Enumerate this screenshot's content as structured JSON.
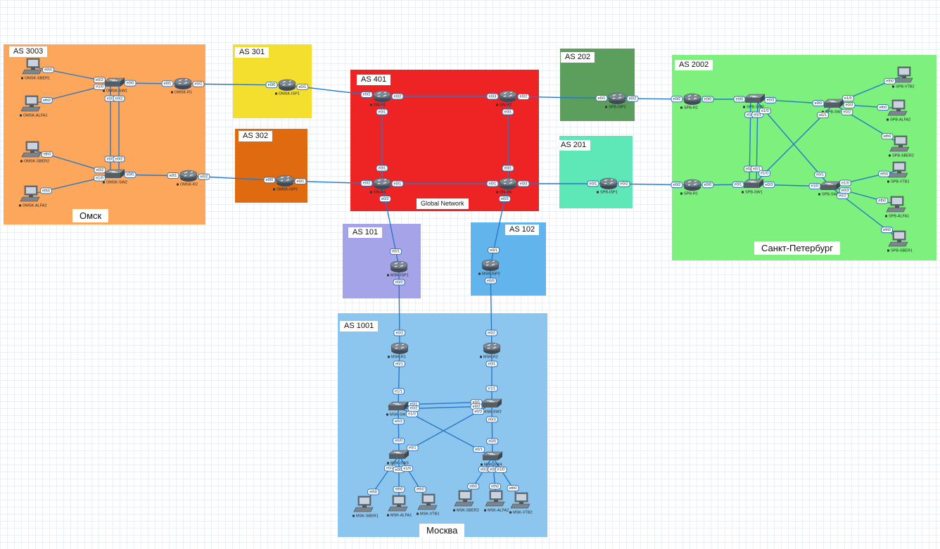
{
  "zones": [
    {
      "id": "omsk",
      "label": "AS 3003",
      "city": "Омск",
      "color": "#fda75c"
    },
    {
      "id": "as301",
      "label": "AS 301",
      "color": "#f5df2e"
    },
    {
      "id": "as302",
      "label": "AS 302",
      "color": "#e06a10"
    },
    {
      "id": "as401",
      "label": "AS 401",
      "city": "Global Network",
      "color": "#ee2323"
    },
    {
      "id": "as202",
      "label": "AS 202",
      "color": "#5c9e5c"
    },
    {
      "id": "as201",
      "label": "AS 201",
      "color": "#5ee8b8"
    },
    {
      "id": "spb",
      "label": "AS 2002",
      "city": "Санкт-Петербург",
      "color": "#7ef07e"
    },
    {
      "id": "as101",
      "label": "AS 101",
      "color": "#a5a4e8"
    },
    {
      "id": "as102",
      "label": "AS 102",
      "color": "#62b4ec"
    },
    {
      "id": "msk",
      "label": "AS 1001",
      "city": "Москва",
      "color": "#8cc6ee"
    }
  ],
  "devices": [
    {
      "id": "OMSK-SBER1",
      "type": "pc",
      "label": "OMSK-SBER1"
    },
    {
      "id": "OMSK-ALFA1",
      "type": "pc",
      "label": "OMSK-ALFA1"
    },
    {
      "id": "OMSK-SBER2",
      "type": "pc",
      "label": "OMSK-SBER2"
    },
    {
      "id": "OMSK-ALFA2",
      "type": "pc",
      "label": "OMSK-ALFA2"
    },
    {
      "id": "OMSK-SW1",
      "type": "switch",
      "label": "OMSK-SW1"
    },
    {
      "id": "OMSK-SW2",
      "type": "switch",
      "label": "OMSK-SW2"
    },
    {
      "id": "OMSK-R1",
      "type": "router",
      "label": "OMSK-R1"
    },
    {
      "id": "OMSK-R2",
      "type": "router",
      "label": "OMSK-R2"
    },
    {
      "id": "OMSK-ISP1",
      "type": "router",
      "label": "OMSK-ISP1"
    },
    {
      "id": "OMSK-ISP2",
      "type": "router",
      "label": "OMSK-ISP2"
    },
    {
      "id": "GN-R1",
      "type": "router",
      "label": "GN-R1"
    },
    {
      "id": "GN-R2",
      "type": "router",
      "label": "GN-R2"
    },
    {
      "id": "GN-R3",
      "type": "router",
      "label": "GN-R3"
    },
    {
      "id": "GN-R4",
      "type": "router",
      "label": "GN-R4"
    },
    {
      "id": "SPB-ISP2",
      "type": "router",
      "label": "SPB-ISP2"
    },
    {
      "id": "SPB-ISP1",
      "type": "router",
      "label": "SPB-ISP1"
    },
    {
      "id": "SPB-R2",
      "type": "router",
      "label": "SPB-R2"
    },
    {
      "id": "SPB-R1",
      "type": "router",
      "label": "SPB-R1"
    },
    {
      "id": "SPB-SW2",
      "type": "switch",
      "label": "SPB-SW2"
    },
    {
      "id": "SPB-SW1",
      "type": "switch",
      "label": "SPB-SW1"
    },
    {
      "id": "SPB-SW4",
      "type": "switch",
      "label": "SPB-SW4"
    },
    {
      "id": "SPB-SW3",
      "type": "switch",
      "label": "SPB-SW3"
    },
    {
      "id": "SPB-VTB2",
      "type": "pc",
      "label": "SPB-VTB2"
    },
    {
      "id": "SPB-ALFA2",
      "type": "pc",
      "label": "SPB-ALFA2"
    },
    {
      "id": "SPB-SBER2",
      "type": "pc",
      "label": "SPB-SBER2"
    },
    {
      "id": "SPB-VTB1",
      "type": "pc",
      "label": "SPB-VTB1"
    },
    {
      "id": "SPB-ALFA1",
      "type": "pc",
      "label": "SPB-ALFA1"
    },
    {
      "id": "SPB-SBER1",
      "type": "pc",
      "label": "SPB-SBER1"
    },
    {
      "id": "MSK-ISP1",
      "type": "router",
      "label": "MSK-ISP1"
    },
    {
      "id": "MSK-ISP2",
      "type": "router",
      "label": "MSK-ISP2"
    },
    {
      "id": "MSK-R1",
      "type": "router",
      "label": "MSK-R1"
    },
    {
      "id": "MSK-R2",
      "type": "router",
      "label": "MSK-R2"
    },
    {
      "id": "MSK-SW1",
      "type": "switch",
      "label": "MSK-SW1"
    },
    {
      "id": "MSK-SW2",
      "type": "switch",
      "label": "MSK-SW2"
    },
    {
      "id": "MSK-SW3",
      "type": "switch",
      "label": "MSK-SW3"
    },
    {
      "id": "MSK-SW4",
      "type": "switch",
      "label": "MSK-SW4"
    },
    {
      "id": "MSK-SBER1",
      "type": "pc",
      "label": "MSK-SBER1"
    },
    {
      "id": "MSK-ALFA1",
      "type": "pc",
      "label": "MSK-ALFA1"
    },
    {
      "id": "MSK-VTB1",
      "type": "pc",
      "label": "MSK-VTB1"
    },
    {
      "id": "MSK-SBER2",
      "type": "pc",
      "label": "MSK-SBER2"
    },
    {
      "id": "MSK-ALFA2",
      "type": "pc",
      "label": "MSK-ALFA2"
    },
    {
      "id": "MSK-VTB2",
      "type": "pc",
      "label": "MSK-VTB2"
    }
  ],
  "links": [
    {
      "a": "OMSK-SBER1",
      "b": "OMSK-SW1",
      "pa": "eth0",
      "pb": "e0/2"
    },
    {
      "a": "OMSK-ALFA1",
      "b": "OMSK-SW1",
      "pa": "eth0",
      "pb": "e1/0"
    },
    {
      "a": "OMSK-SBER2",
      "b": "OMSK-SW2",
      "pa": "eth0",
      "pb": "e0/2"
    },
    {
      "a": "OMSK-ALFA2",
      "b": "OMSK-SW2",
      "pa": "eth0",
      "pb": "e1/0"
    },
    {
      "a": "OMSK-SW1",
      "b": "OMSK-SW2",
      "pa": "e0/1",
      "pb": "e0/1"
    },
    {
      "a": "OMSK-SW1",
      "b": "OMSK-SW2",
      "pa": "e0/2",
      "pb": "e0/2"
    },
    {
      "a": "OMSK-SW1",
      "b": "OMSK-R1",
      "pa": "e0/0",
      "pb": "e0/1"
    },
    {
      "a": "OMSK-SW2",
      "b": "OMSK-R2",
      "pa": "e0/0",
      "pb": "e0/1"
    },
    {
      "a": "OMSK-R1",
      "b": "OMSK-ISP1",
      "pa": "e0/2",
      "pb": "e0/0"
    },
    {
      "a": "OMSK-R2",
      "b": "OMSK-ISP2",
      "pa": "e0/2",
      "pb": "e0/0"
    },
    {
      "a": "OMSK-ISP1",
      "b": "GN-R1",
      "pa": "e0/1",
      "pb": "e0/2"
    },
    {
      "a": "OMSK-ISP2",
      "b": "GN-R3",
      "pa": "e0/1",
      "pb": "e0/2"
    },
    {
      "a": "GN-R1",
      "b": "GN-R2",
      "pa": "e0/2",
      "pb": "e0/3"
    },
    {
      "a": "GN-R1",
      "b": "GN-R3",
      "pa": "e0/1",
      "pb": "e0/1"
    },
    {
      "a": "GN-R2",
      "b": "GN-R4",
      "pa": "e0/1",
      "pb": "e0/1"
    },
    {
      "a": "GN-R3",
      "b": "GN-R4",
      "pa": "e0/1",
      "pb": "e0/1"
    },
    {
      "a": "GN-R2",
      "b": "SPB-ISP2",
      "pa": "e0/2",
      "pb": "e0/1"
    },
    {
      "a": "GN-R4",
      "b": "SPB-ISP1",
      "pa": "e0/3",
      "pb": "e0/1"
    },
    {
      "a": "GN-R3",
      "b": "MSK-ISP1",
      "pa": "e0/2",
      "pb": "e0/1"
    },
    {
      "a": "GN-R4",
      "b": "MSK-ISP2",
      "pa": "e0/2",
      "pb": "e0/1"
    },
    {
      "a": "SPB-ISP2",
      "b": "SPB-R2",
      "pa": "e0/2",
      "pb": "e0/2"
    },
    {
      "a": "SPB-ISP1",
      "b": "SPB-R1",
      "pa": "e0/2",
      "pb": "e0/2"
    },
    {
      "a": "SPB-R2",
      "b": "SPB-SW2",
      "pa": "e0/0",
      "pb": "e0/0"
    },
    {
      "a": "SPB-R1",
      "b": "SPB-SW1",
      "pa": "e0/0",
      "pb": "e0/1"
    },
    {
      "a": "SPB-SW2",
      "b": "SPB-SW1",
      "pa": "e0/2",
      "pb": "e0/2"
    },
    {
      "a": "SPB-SW2",
      "b": "SPB-SW1",
      "pa": "e0/1",
      "pb": "e0/1"
    },
    {
      "a": "SPB-SW2",
      "b": "SPB-SW4",
      "pa": "e0/3",
      "pb": "e0/0"
    },
    {
      "a": "SPB-SW2",
      "b": "SPB-SW3",
      "pa": "e1/0",
      "pb": "e0/1"
    },
    {
      "a": "SPB-SW1",
      "b": "SPB-SW4",
      "pa": "e1/0",
      "pb": "e0/1"
    },
    {
      "a": "SPB-SW1",
      "b": "SPB-SW3",
      "pa": "e0/3",
      "pb": "e1/0"
    },
    {
      "a": "SPB-SW4",
      "b": "SPB-VTB2",
      "pa": "e1/0",
      "pb": "eth0"
    },
    {
      "a": "SPB-SW4",
      "b": "SPB-ALFA2",
      "pa": "e0/3",
      "pb": "eth0"
    },
    {
      "a": "SPB-SW4",
      "b": "SPB-SBER2",
      "pa": "e0/2",
      "pb": "eth0"
    },
    {
      "a": "SPB-SW3",
      "b": "SPB-VTB1",
      "pa": "e1/0",
      "pb": "eth0"
    },
    {
      "a": "SPB-SW3",
      "b": "SPB-ALFA1",
      "pa": "e0/3",
      "pb": "eth0"
    },
    {
      "a": "SPB-SW3",
      "b": "SPB-SBER1",
      "pa": "e0/2",
      "pb": "eth0"
    },
    {
      "a": "MSK-ISP1",
      "b": "MSK-R1",
      "pa": "e0/0",
      "pb": "e0/2"
    },
    {
      "a": "MSK-ISP2",
      "b": "MSK-R2",
      "pa": "e0/0",
      "pb": "e0/2"
    },
    {
      "a": "MSK-R1",
      "b": "MSK-SW1",
      "pa": "e0/1",
      "pb": "e1/1"
    },
    {
      "a": "MSK-R2",
      "b": "MSK-SW2",
      "pa": "e0/1",
      "pb": "e1/1"
    },
    {
      "a": "MSK-SW1",
      "b": "MSK-SW2",
      "pa": "e0/1",
      "pb": "e0/1"
    },
    {
      "a": "MSK-SW1",
      "b": "MSK-SW2",
      "pa": "e0/2",
      "pb": "e0/2"
    },
    {
      "a": "MSK-SW1",
      "b": "MSK-SW3",
      "pa": "e0/3",
      "pb": "e0/0"
    },
    {
      "a": "MSK-SW1",
      "b": "MSK-SW4",
      "pa": "e1/0",
      "pb": "e0/1"
    },
    {
      "a": "MSK-SW2",
      "b": "MSK-SW3",
      "pa": "e0/3",
      "pb": "e0/1"
    },
    {
      "a": "MSK-SW2",
      "b": "MSK-SW4",
      "pa": "e0/3",
      "pb": "e0/0"
    },
    {
      "a": "MSK-SW3",
      "b": "MSK-SBER1",
      "pa": "e0/2",
      "pb": "eth0"
    },
    {
      "a": "MSK-SW3",
      "b": "MSK-ALFA1",
      "pa": "e0/3",
      "pb": "eth0"
    },
    {
      "a": "MSK-SW3",
      "b": "MSK-VTB1",
      "pa": "e1/0",
      "pb": "eth0"
    },
    {
      "a": "MSK-SW4",
      "b": "MSK-SBER2",
      "pa": "e0/2",
      "pb": "eth0"
    },
    {
      "a": "MSK-SW4",
      "b": "MSK-ALFA2",
      "pa": "e0/3",
      "pb": "eth0"
    },
    {
      "a": "MSK-SW4",
      "b": "MSK-VTB2",
      "pa": "e1/0",
      "pb": "eth0"
    }
  ]
}
